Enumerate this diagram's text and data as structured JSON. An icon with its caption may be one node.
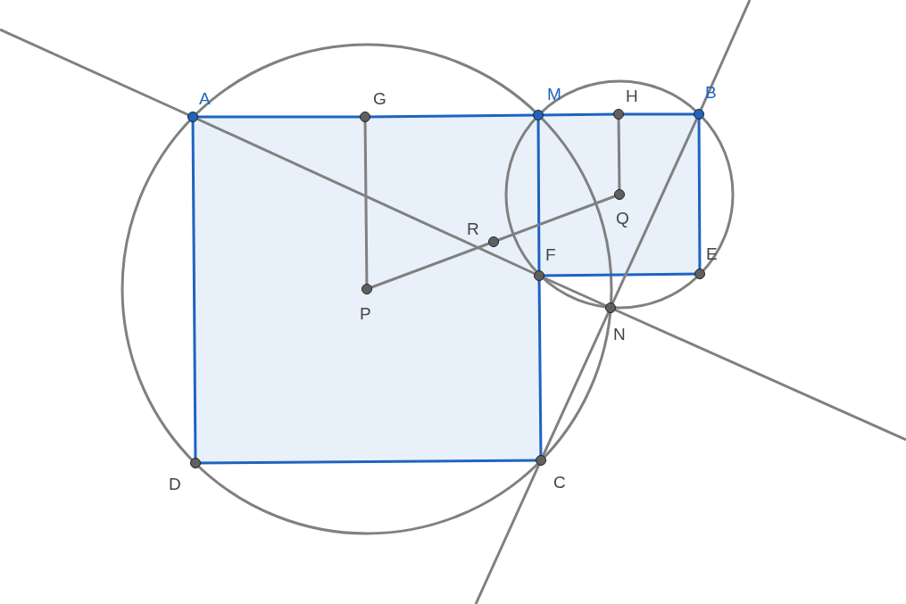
{
  "diagram": {
    "nodes": [
      {
        "text": [
          "A"
        ]
      },
      {
        "text": [
          "G"
        ]
      },
      {
        "text": [
          "M"
        ]
      },
      {
        "text": [
          "H"
        ]
      },
      {
        "text": [
          "B"
        ]
      },
      {
        "text": [
          "Q"
        ]
      },
      {
        "text": [
          "R"
        ]
      },
      {
        "text": [
          "F"
        ]
      },
      {
        "text": [
          "E"
        ]
      },
      {
        "text": [
          "P"
        ]
      },
      {
        "text": [
          "N"
        ]
      },
      {
        "text": [
          "D"
        ]
      },
      {
        "text": [
          "C"
        ]
      }
    ],
    "edges": [
      {
        "from": 0,
        "to": 1,
        "arrow": "none",
        "color": "#1f64c0"
      },
      {
        "from": 1,
        "to": 2,
        "arrow": "none",
        "color": "#1f64c0"
      },
      {
        "from": 2,
        "to": 3,
        "arrow": "none",
        "color": "#1f64c0"
      },
      {
        "from": 3,
        "to": 4,
        "arrow": "none",
        "color": "#1f64c0"
      },
      {
        "from": 4,
        "to": 8,
        "arrow": "none",
        "color": "#1f64c0"
      },
      {
        "from": 8,
        "to": 7,
        "arrow": "none",
        "color": "#1f64c0"
      },
      {
        "from": 2,
        "to": 7,
        "arrow": "none",
        "color": "#1f64c0"
      },
      {
        "from": 7,
        "to": 12,
        "arrow": "none",
        "color": "#1f64c0"
      },
      {
        "from": 12,
        "to": 11,
        "arrow": "none",
        "color": "#1f64c0"
      },
      {
        "from": 11,
        "to": 0,
        "arrow": "none",
        "color": "#1f64c0"
      },
      {
        "from": 1,
        "to": 9,
        "arrow": "none"
      },
      {
        "from": 9,
        "to": 6,
        "arrow": "none"
      },
      {
        "from": 6,
        "to": 5,
        "arrow": "none"
      },
      {
        "from": 3,
        "to": 5,
        "arrow": "none"
      },
      {
        "from": null,
        "to": 0,
        "arrow": "none"
      },
      {
        "from": 0,
        "to": 7,
        "arrow": "none"
      },
      {
        "from": 7,
        "to": 10,
        "arrow": "none"
      },
      {
        "from": 10,
        "to": null,
        "arrow": "none"
      },
      {
        "from": null,
        "to": 4,
        "arrow": "none"
      },
      {
        "from": 4,
        "to": 10,
        "arrow": "none"
      },
      {
        "from": 10,
        "to": 12,
        "arrow": "none"
      },
      {
        "from": 12,
        "to": null,
        "arrow": "none"
      }
    ]
  }
}
